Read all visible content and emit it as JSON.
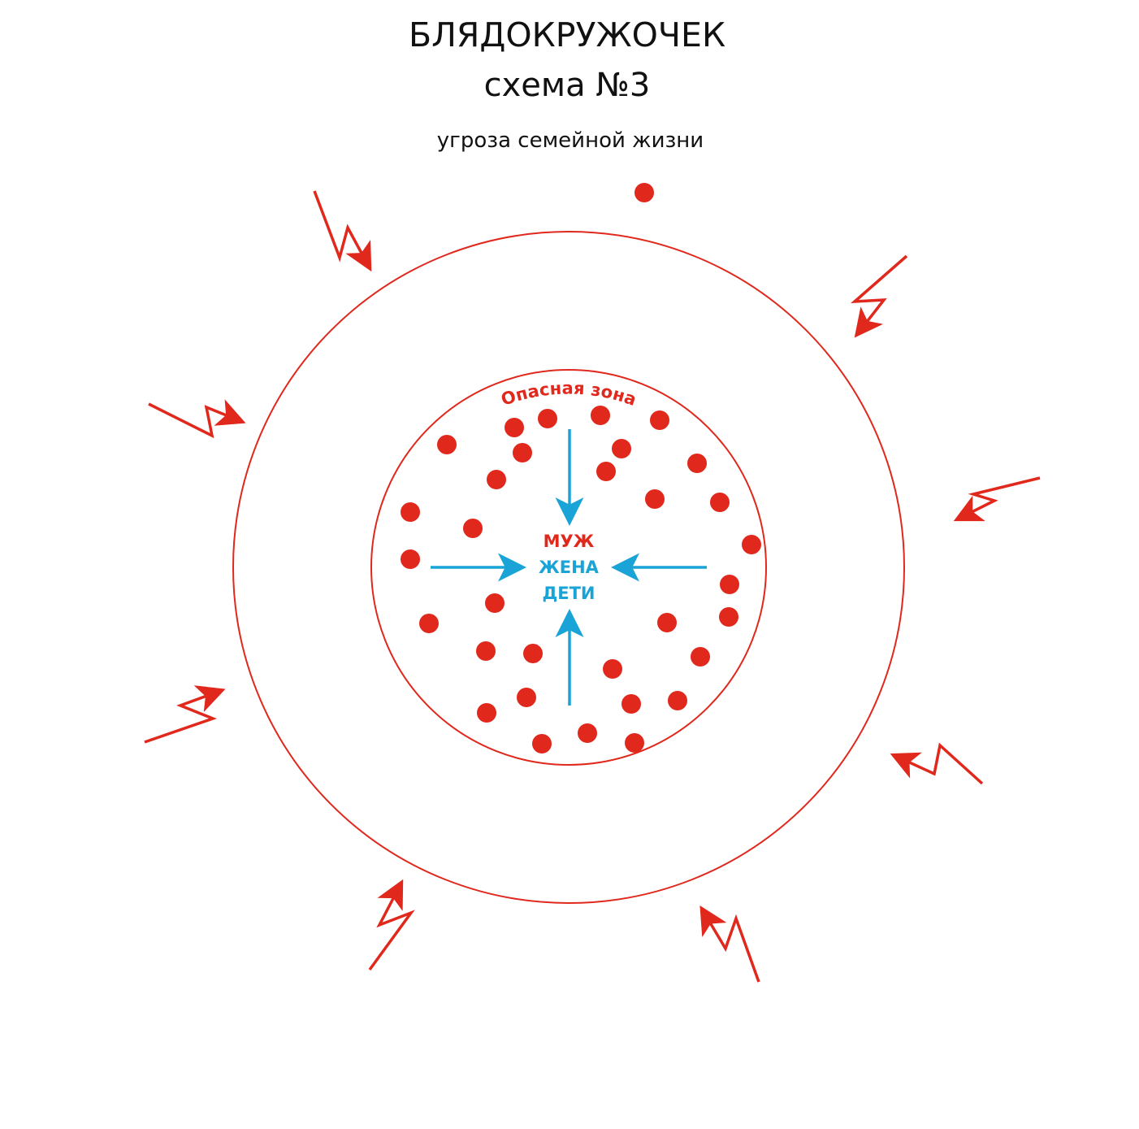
{
  "title": "БЛЯДОКРУЖОЧЕК",
  "subtitle": "схема №3",
  "caption": "угроза семейной жизни",
  "zone_label": "Опасная зона",
  "center_labels": {
    "husband": "МУЖ",
    "wife": "ЖЕНА",
    "children": "ДЕТИ"
  },
  "colors": {
    "threat_red": "#e0281c",
    "family_blue": "#1aa3d6",
    "text": "#111111"
  }
}
